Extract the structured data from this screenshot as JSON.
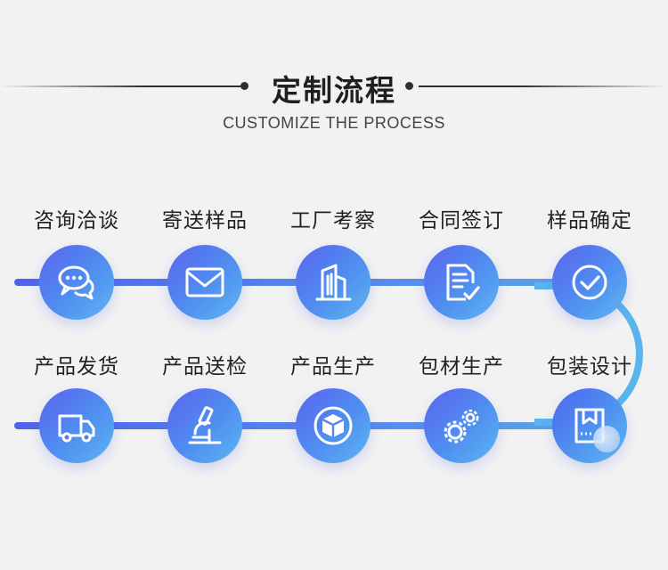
{
  "header": {
    "title": "定制流程",
    "subtitle": "CUSTOMIZE THE PROCESS"
  },
  "colors": {
    "gradient_start": "#5b62f0",
    "gradient_end": "#5fb6f0",
    "track_start": "#4f63ee",
    "track_end": "#5aa6ec",
    "text": "#222222",
    "background": "#f2f2f3"
  },
  "steps": [
    {
      "label": "咨询洽谈",
      "icon": "chat-bubbles-icon"
    },
    {
      "label": "寄送样品",
      "icon": "envelope-icon"
    },
    {
      "label": "工厂考察",
      "icon": "factory-building-icon"
    },
    {
      "label": "合同签订",
      "icon": "contract-document-icon"
    },
    {
      "label": "样品确定",
      "icon": "checkmark-icon"
    },
    {
      "label": "包装设计",
      "icon": "package-bag-icon"
    },
    {
      "label": "包材生产",
      "icon": "gears-icon"
    },
    {
      "label": "产品生产",
      "icon": "cube-icon"
    },
    {
      "label": "产品送检",
      "icon": "microscope-icon"
    },
    {
      "label": "产品发货",
      "icon": "delivery-truck-icon"
    }
  ]
}
